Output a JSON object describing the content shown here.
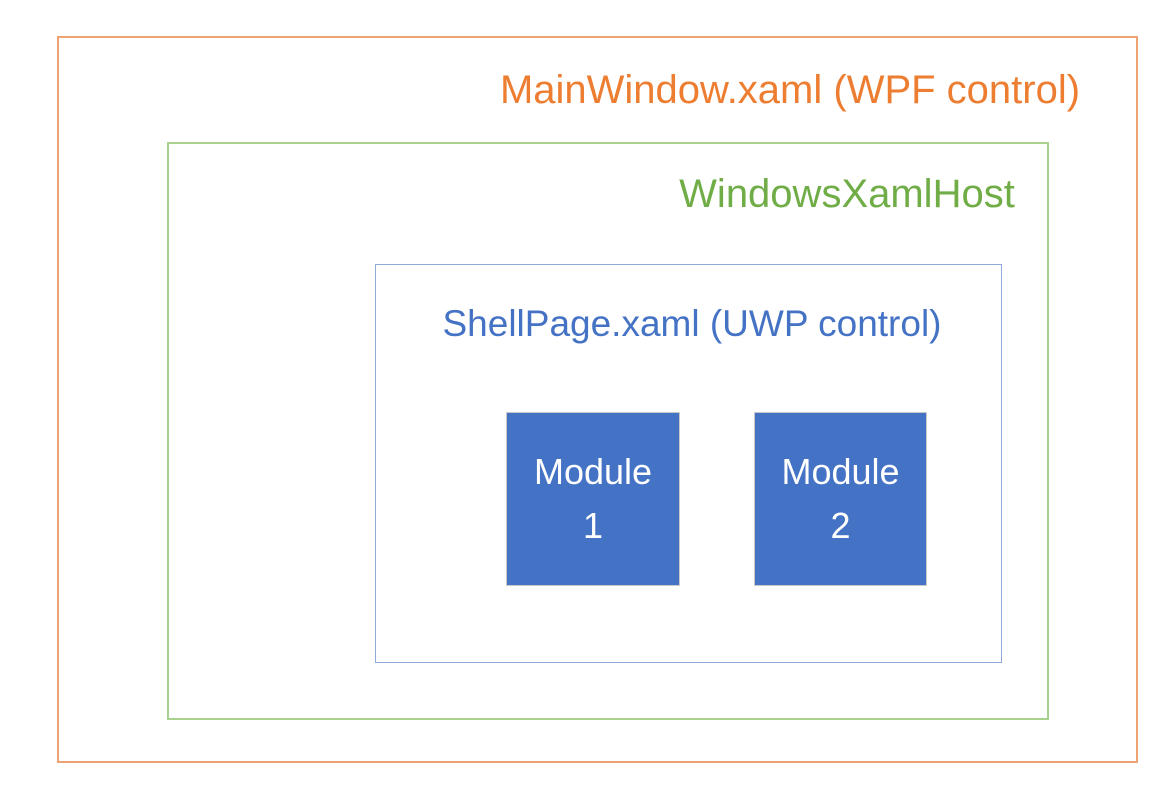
{
  "diagram": {
    "main_window": {
      "label": "MainWindow.xaml (WPF control)"
    },
    "xaml_host": {
      "label": "WindowsXamlHost"
    },
    "shell_page": {
      "label": "ShellPage.xaml (UWP control)"
    },
    "modules": [
      {
        "line1": "Module",
        "line2": "1"
      },
      {
        "line1": "Module",
        "line2": "2"
      }
    ]
  },
  "colors": {
    "background": "#FFFFFF",
    "main_window_text": "#ED7D31",
    "main_window_border": "#F0A372",
    "xaml_host_text": "#70AD47",
    "xaml_host_border": "#A9D18E",
    "shell_page_text": "#4472C4",
    "shell_page_border": "#8EAADB",
    "module_fill": "#4472C4",
    "module_border": "#C9C9C9",
    "module_text": "#FFFFFF"
  }
}
